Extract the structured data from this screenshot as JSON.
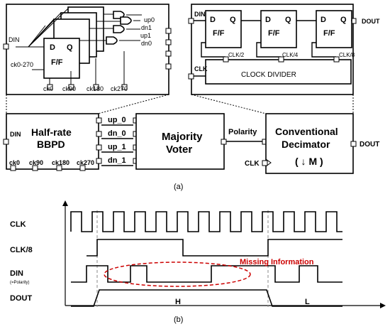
{
  "bbpd_detail": {
    "din": "DIN",
    "clk_in": "ck0-270",
    "ff_d": "D",
    "ff_q": "Q",
    "ff_name": "F/F",
    "outputs": [
      "up0",
      "dn1",
      "up1",
      "dn0"
    ],
    "clock_ports": [
      "ck0",
      "ck90",
      "ck180",
      "ck270"
    ]
  },
  "decimator_detail": {
    "din": "DIN",
    "dout": "DOUT",
    "clk": "CLK",
    "ff_d": "D",
    "ff_q": "Q",
    "ff_name": "F/F",
    "clk_taps": [
      "CLK/2",
      "CLK/4",
      "CLK/8"
    ],
    "divider": "CLOCK DIVIDER"
  },
  "block_diagram": {
    "bbpd": {
      "din": "DIN",
      "line1": "Half-rate",
      "line2": "BBPD",
      "clocks": [
        "ck0",
        "ck90",
        "ck180",
        "ck270"
      ]
    },
    "signals": [
      "up_0",
      "dn_0",
      "up_1",
      "dn_1"
    ],
    "voter": {
      "line1": "Majority",
      "line2": "Voter"
    },
    "polarity": "Polarity",
    "decimator": {
      "line1": "Conventional",
      "line2": "Decimator",
      "line3": "( ↓ M )",
      "dout": "DOUT",
      "clk": "CLK"
    }
  },
  "caption_a": "(a)",
  "timing": {
    "labels": {
      "clk": "CLK",
      "clk8": "CLK/8",
      "din": "DIN",
      "din_sub": "(=Polarity)",
      "dout": "DOUT"
    },
    "annotation": "Missing Information",
    "annotation_color": "#cc0000",
    "dout_values": [
      "H",
      "L"
    ]
  },
  "caption_b": "(b)"
}
